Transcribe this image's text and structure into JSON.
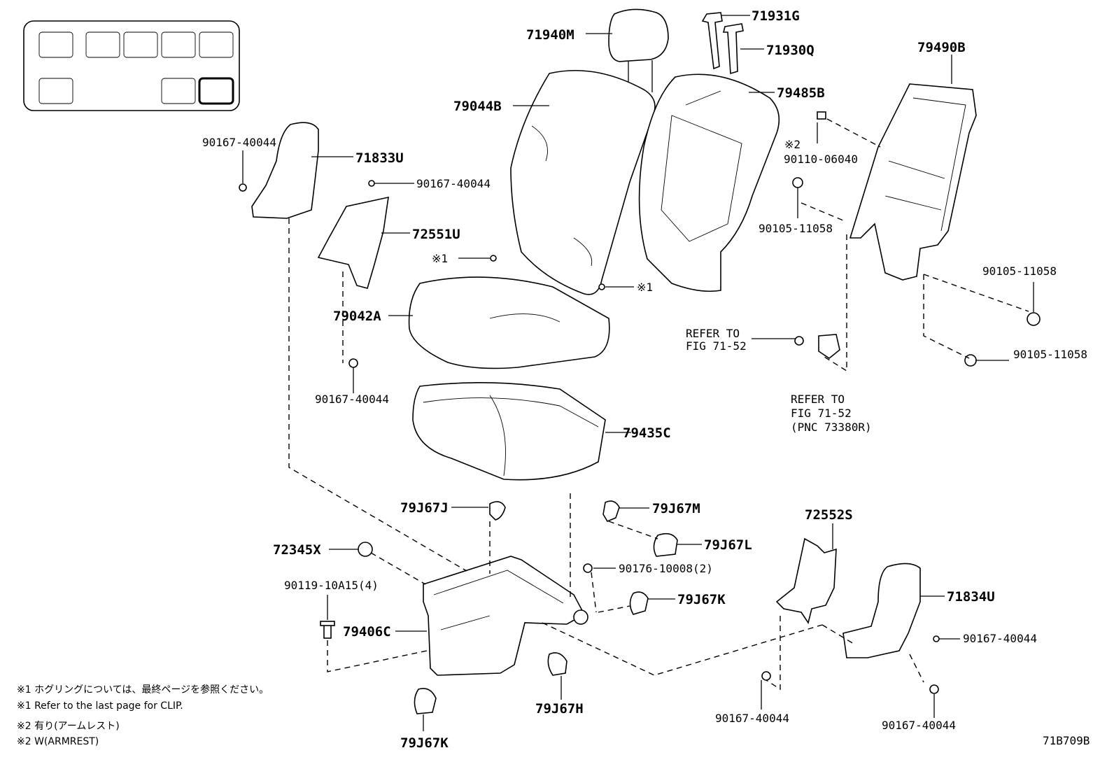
{
  "callouts": {
    "c71940M": "71940M",
    "c71931G": "71931G",
    "c71930Q": "71930Q",
    "c79490B": "79490B",
    "c79044B": "79044B",
    "c79485B": "79485B",
    "c90167_tl": "90167-40044",
    "c71833U": "71833U",
    "c90167_tr": "90167-40044",
    "c72551U": "72551U",
    "c79042A": "79042A",
    "c90167_ml": "90167-40044",
    "c79435C": "79435C",
    "note1_a": "※1",
    "note1_b": "※1",
    "note2": "※2",
    "c90110": "90110-06040",
    "c90105_a": "90105-11058",
    "c90105_b": "90105-11058",
    "c90105_c": "90105-11058",
    "ref1_line1": "REFER TO",
    "ref1_line2": "FIG 71-52",
    "ref2_line1": "REFER TO",
    "ref2_line2": "FIG 71-52",
    "ref2_line3": "(PNC 73380R)",
    "c79J67J": "79J67J",
    "c79J67M": "79J67M",
    "c72552S": "72552S",
    "c72345X": "72345X",
    "c79J67L": "79J67L",
    "c90176": "90176-10008(2)",
    "c90119": "90119-10A15(4)",
    "c79J67K_r": "79J67K",
    "c79406C": "79406C",
    "c71834U": "71834U",
    "c90167_br1": "90167-40044",
    "c79J67H": "79J67H",
    "c90167_bm": "90167-40044",
    "c90167_br2": "90167-40044",
    "c79J67K_b": "79J67K"
  },
  "footnotes": {
    "jp1": "※1 ホグリングについては、最終ページを参照ください。",
    "en1": "※1 Refer to the last page for CLIP.",
    "jp2": "※2 有り(アームレスト)",
    "en2": "※2 W(ARMREST)"
  },
  "figure_code": "71B709B"
}
